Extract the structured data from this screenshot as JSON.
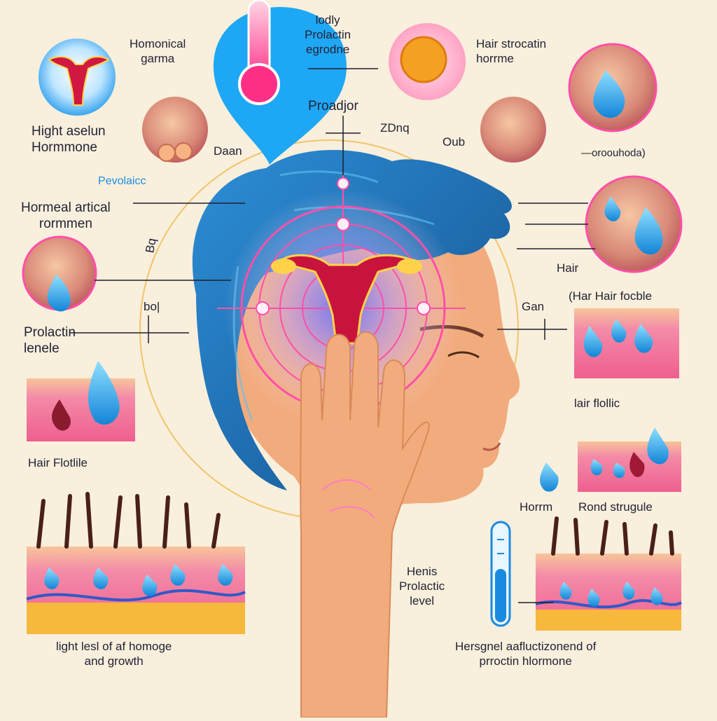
{
  "labels": {
    "homonical_gama": "Homonical\ngarma",
    "high_aselun": "Hight aselun\nHormmone",
    "lodly_prolactin": "lodly\nProlactin\negrodne",
    "hair_strocatin": "Hair strocatin\nhorrme",
    "proadjor": "Proadjor",
    "zdnq": "ZDnq",
    "oub": "Oub",
    "daan": "Daan",
    "oroduhoda": "—oroouhoda)",
    "pevolaicc": "Pevolaicc",
    "hormeal_artical": "Hormeal artical\nrormmen",
    "bq": "Bq",
    "hair_right": "Hair",
    "har_hair_focble": "(Har Hair focble",
    "bo": "bo|",
    "gan": "Gan",
    "prolactin_lenele": "Prolactin\nlenele",
    "lair_flollic": "lair flollic",
    "hair_flotlile": "Hair Flotlile",
    "horrm": "Horrm",
    "rond_strugule": "Rond strugule",
    "henis_prolactic": "Henis\nProlactic\nlevel",
    "light_lesl": "light lesl  of af homoge\nand growth",
    "hersgnel": "Hersgnel  aafluctizonend of\nprroctin hlormone"
  },
  "colors": {
    "background": "#f8efdc",
    "hair": "#1f6fb5",
    "skin": "#f0a878",
    "pink": "#ff3f9a",
    "droplet": "#2ea9ec",
    "tissue": "#f07aa0",
    "fat": "#f6b93b"
  }
}
